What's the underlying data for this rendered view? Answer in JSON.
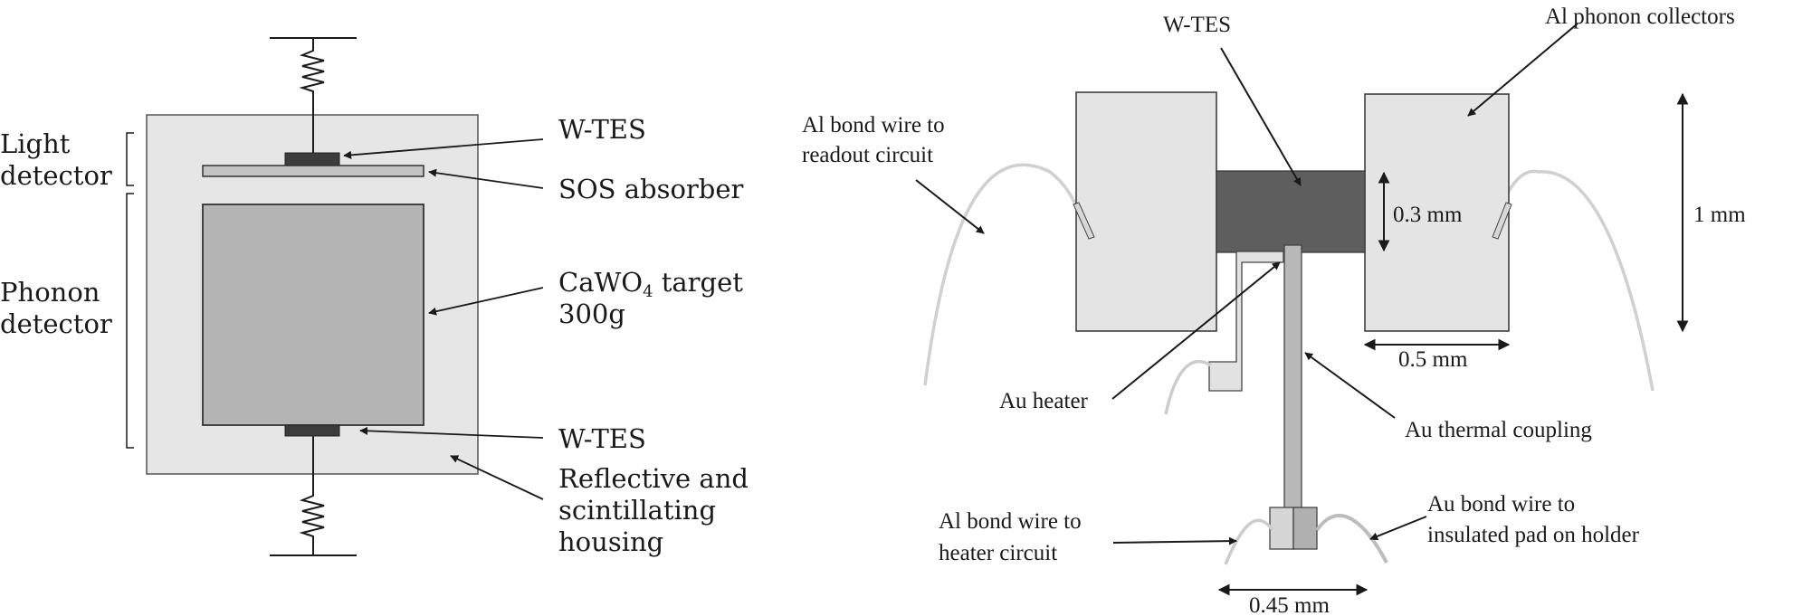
{
  "left_diagram": {
    "bracket_light": [
      "Light",
      "detector"
    ],
    "bracket_phonon": [
      "Phonon",
      "detector"
    ],
    "label_wtes_top": "W-TES",
    "label_sos": "SOS absorber",
    "label_target_main": "CaWO",
    "label_target_sub": "4",
    "label_target_rest": " target",
    "label_target_mass": "300g",
    "label_wtes_bottom": "W-TES",
    "label_housing": [
      "Reflective and",
      "scintillating",
      "housing"
    ]
  },
  "right_diagram": {
    "label_wtes": "W-TES",
    "label_al_collectors": "Al phonon collectors",
    "label_bond_readout": [
      "Al bond wire to",
      "readout circuit"
    ],
    "dim_03": "0.3 mm",
    "dim_1": "1 mm",
    "dim_05": "0.5 mm",
    "label_au_heater": "Au heater",
    "label_au_thermal": "Au thermal coupling",
    "label_bond_heater": [
      "Al bond wire to",
      "heater circuit"
    ],
    "label_bond_insulated": [
      "Au bond wire to",
      "insulated pad on holder"
    ],
    "dim_045": "0.45 mm"
  },
  "colors": {
    "housing_fill": "#e6e6e6",
    "target_fill": "#b4b4b4",
    "absorber_fill": "#c4c4c4",
    "tes_fill": "#3c3c3c",
    "collector_fill": "#e4e4e4",
    "wtes_fill": "#5e5e5e",
    "thermal_fill": "#b8b8b8",
    "wire_color": "#d0d0d0"
  }
}
